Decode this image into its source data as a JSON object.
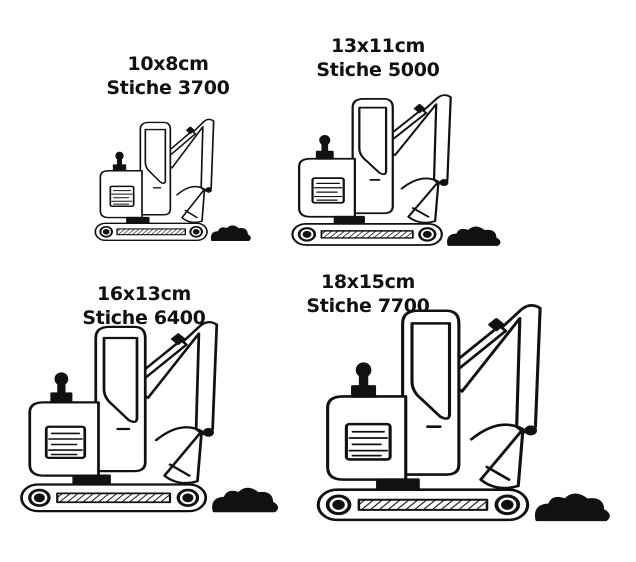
{
  "designs": [
    {
      "size": "10x8cm",
      "stitches": "Stiche  3700"
    },
    {
      "size": "13x11cm",
      "stitches": "Stiche  5000"
    },
    {
      "size": "16x13cm",
      "stitches": "Stiche  6400"
    },
    {
      "size": "18x15cm",
      "stitches": "Stiche  7700"
    }
  ],
  "colors": {
    "outline": "#111111",
    "background": "#ffffff"
  },
  "icon": "excavator-icon"
}
